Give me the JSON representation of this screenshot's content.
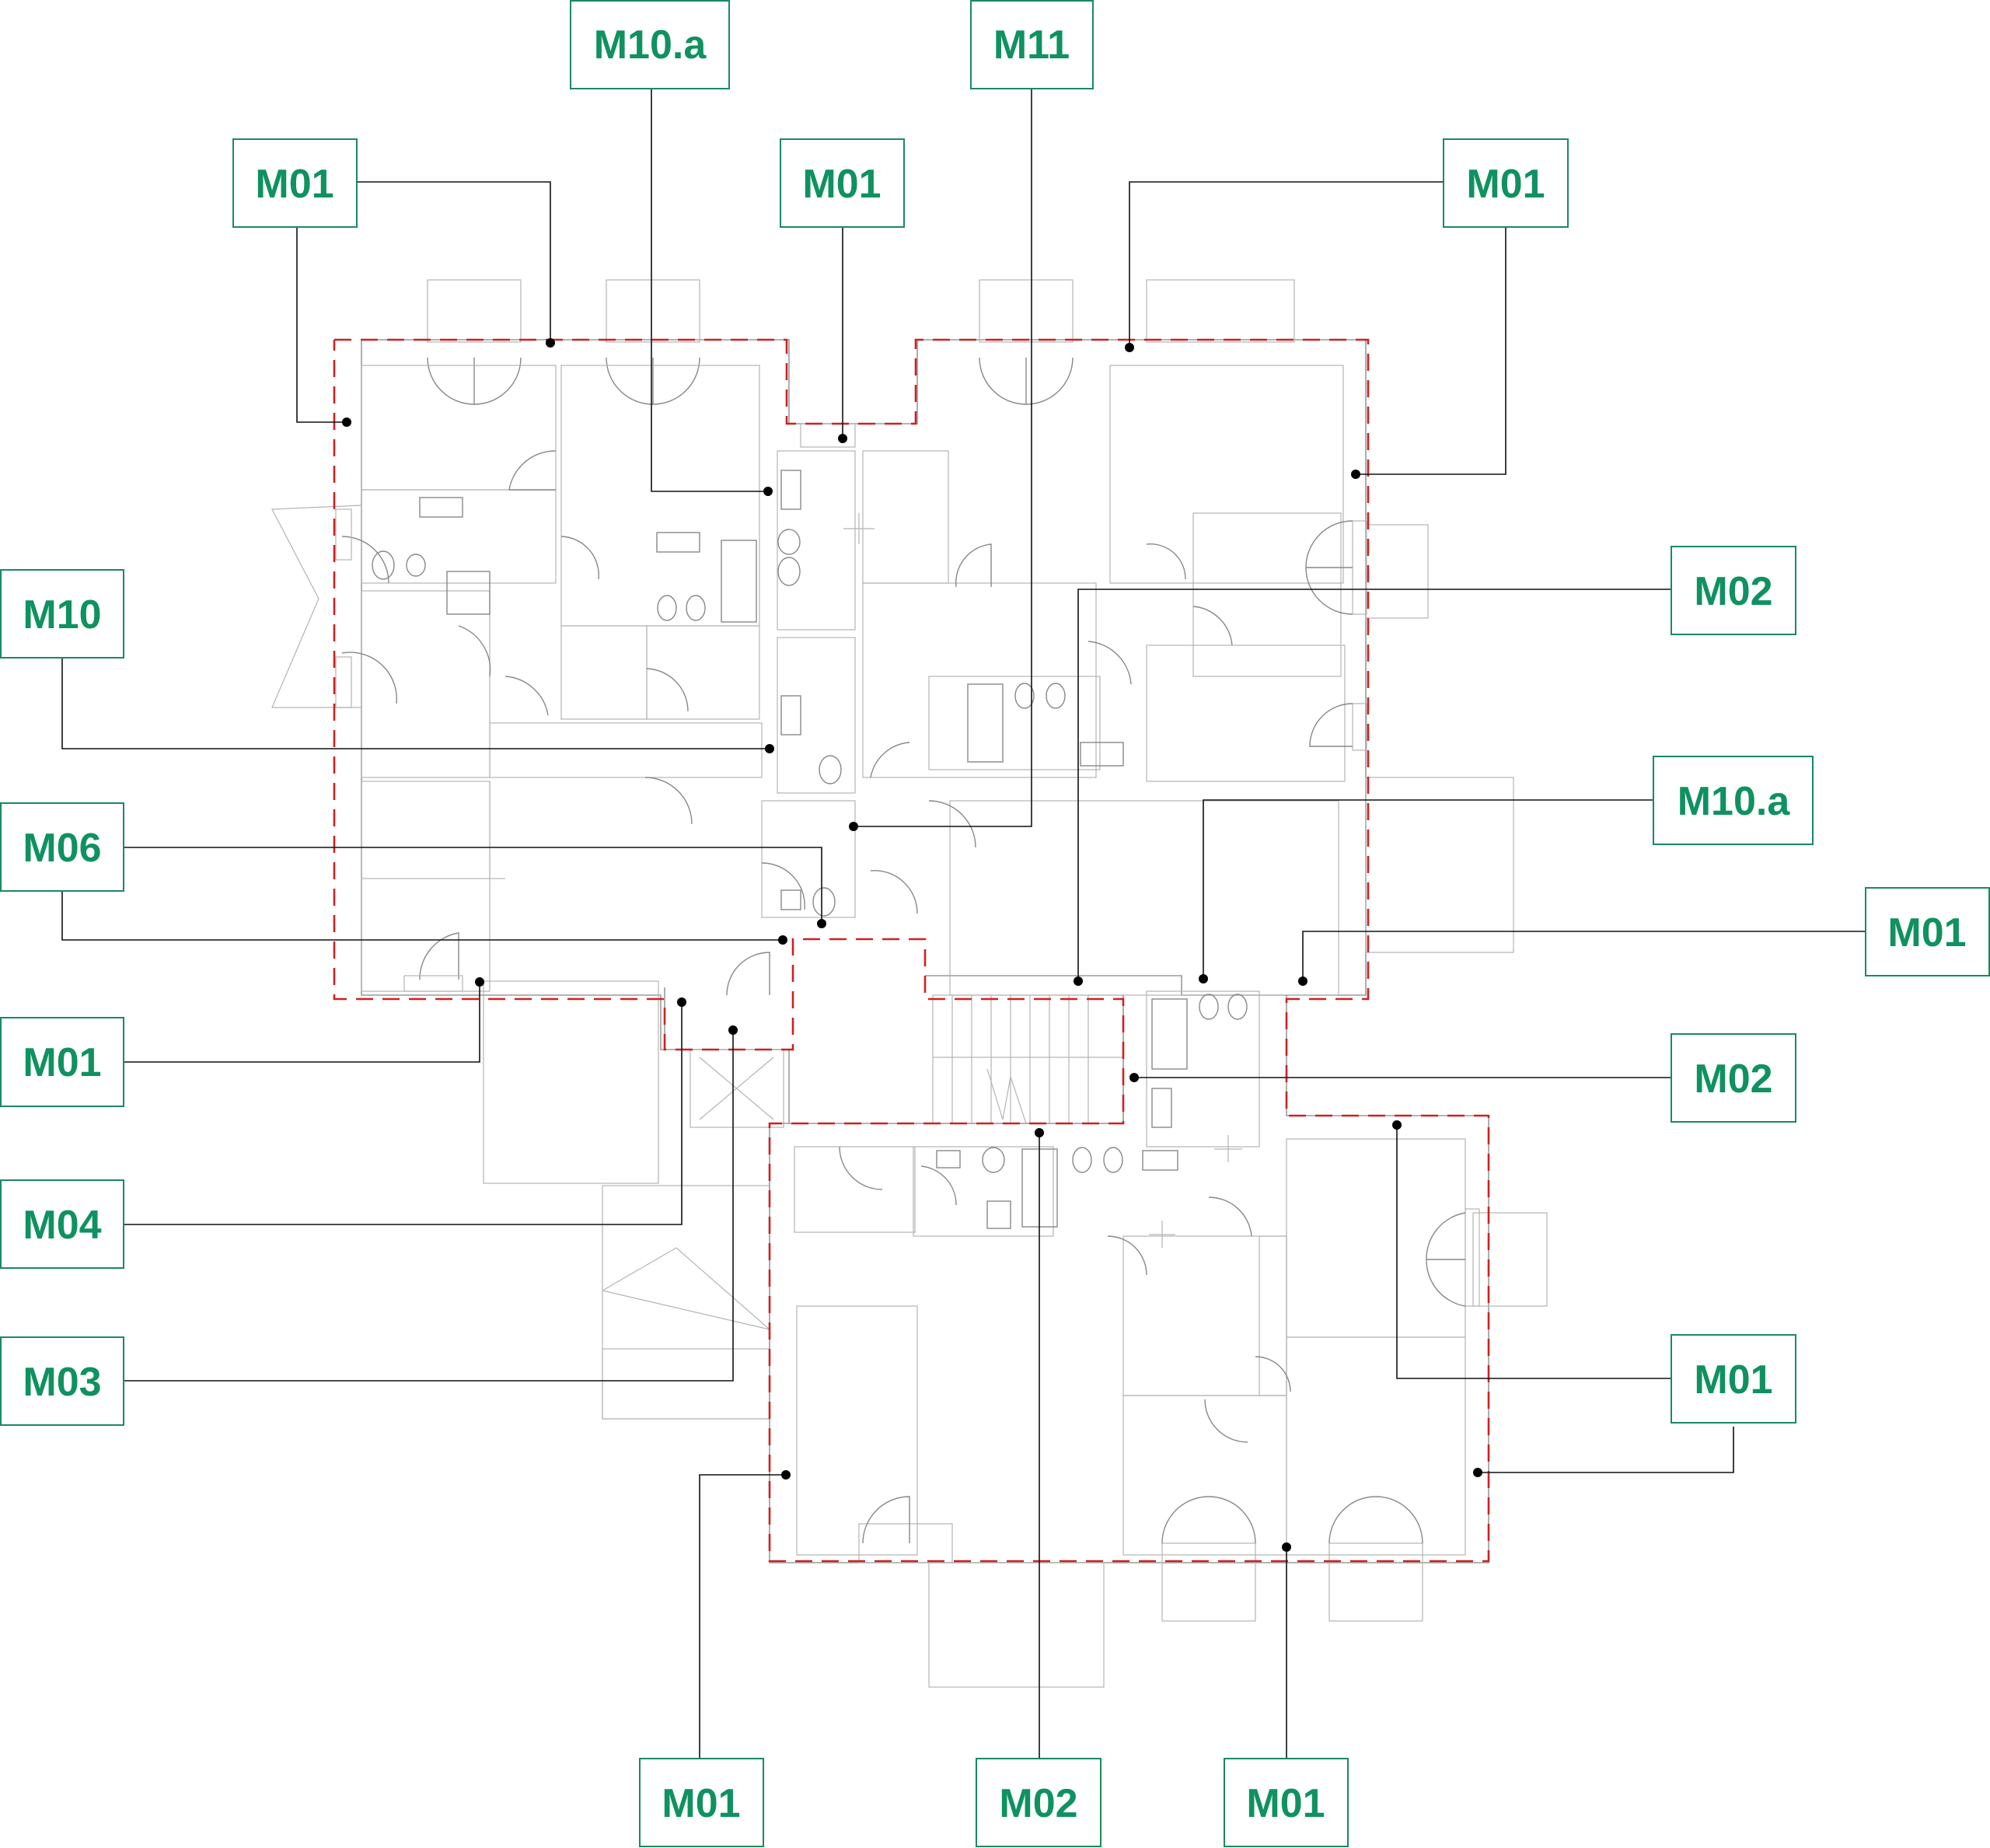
{
  "colors": {
    "label": "#0f9160",
    "label_border": "#1a8a5e",
    "boundary": "#cc2222",
    "walls": "#9a9a9a",
    "leader": "#111111"
  },
  "labels": [
    {
      "id": "m10a-top",
      "text": "M10.a"
    },
    {
      "id": "m11-top",
      "text": "M11"
    },
    {
      "id": "m01-top-left",
      "text": "M01"
    },
    {
      "id": "m01-top-center",
      "text": "M01"
    },
    {
      "id": "m01-top-right",
      "text": "M01"
    },
    {
      "id": "m10-left",
      "text": "M10"
    },
    {
      "id": "m02-right-upper",
      "text": "M02"
    },
    {
      "id": "m10a-right",
      "text": "M10.a"
    },
    {
      "id": "m06-left",
      "text": "M06"
    },
    {
      "id": "m01-right-middle",
      "text": "M01"
    },
    {
      "id": "m01-left-middle",
      "text": "M01"
    },
    {
      "id": "m02-right-middle",
      "text": "M02"
    },
    {
      "id": "m04-left",
      "text": "M04"
    },
    {
      "id": "m03-left",
      "text": "M03"
    },
    {
      "id": "m01-right-lower",
      "text": "M01"
    },
    {
      "id": "m01-bottom-left",
      "text": "M01"
    },
    {
      "id": "m02-bottom",
      "text": "M02"
    },
    {
      "id": "m01-bottom-right",
      "text": "M01"
    }
  ]
}
